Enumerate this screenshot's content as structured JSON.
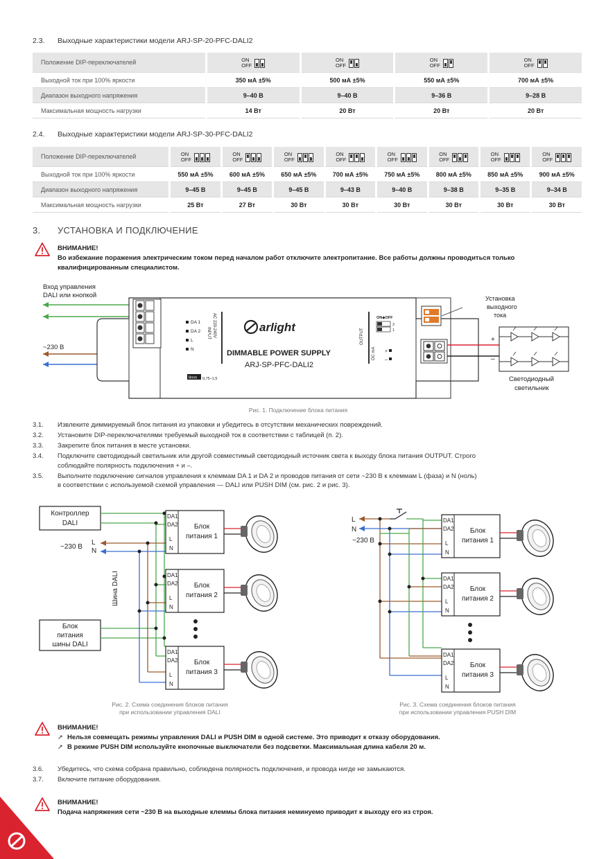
{
  "s23": {
    "num": "2.3.",
    "title": "Выходные характеристики модели ARJ-SP-20-PFC-DALI2",
    "labels": [
      "Положение DIP-переключателей",
      "Выходной ток при 100% яркости",
      "Диапазон выходного напряжения",
      "Максимальная мощность нагрузки"
    ],
    "cols": [
      {
        "dip": "dd",
        "current": "350 мА ±5%",
        "voltage": "9–40 В",
        "power": "14 Вт"
      },
      {
        "dip": "ud",
        "current": "500 мА ±5%",
        "voltage": "9–40 В",
        "power": "20 Вт"
      },
      {
        "dip": "du",
        "current": "550 мА ±5%",
        "voltage": "9–36 В",
        "power": "20 Вт"
      },
      {
        "dip": "uu",
        "current": "700 мА ±5%",
        "voltage": "9–28 В",
        "power": "20 Вт"
      }
    ]
  },
  "s24": {
    "num": "2.4.",
    "title": "Выходные характеристики модели ARJ-SP-30-PFC-DALI2",
    "labels": [
      "Положение DIP-переключателей",
      "Выходной ток при 100% яркости",
      "Диапазон выходного напряжения",
      "Максимальная мощность нагрузки"
    ],
    "cols": [
      {
        "dip": "ddd",
        "current": "550 мА ±5%",
        "voltage": "9–45 В",
        "power": "25 Вт"
      },
      {
        "dip": "udd",
        "current": "600 мА ±5%",
        "voltage": "9–45 В",
        "power": "27 Вт"
      },
      {
        "dip": "dud",
        "current": "650 мА ±5%",
        "voltage": "9–45 В",
        "power": "30 Вт"
      },
      {
        "dip": "uud",
        "current": "700 мА ±5%",
        "voltage": "9–43 В",
        "power": "30 Вт"
      },
      {
        "dip": "ddu",
        "current": "750 мА ±5%",
        "voltage": "9–40 В",
        "power": "30 Вт"
      },
      {
        "dip": "udu",
        "current": "800 мА ±5%",
        "voltage": "9–38 В",
        "power": "30 Вт"
      },
      {
        "dip": "duu",
        "current": "850 мА ±5%",
        "voltage": "9–35 В",
        "power": "30 Вт"
      },
      {
        "dip": "uuu",
        "current": "900 мА ±5%",
        "voltage": "9–34 В",
        "power": "30 Вт"
      }
    ]
  },
  "dip_on": "ON",
  "dip_off": "OFF",
  "s3": {
    "num": "3.",
    "title": "УСТАНОВКА И ПОДКЛЮЧЕНИЕ"
  },
  "warn1": {
    "title": "ВНИМАНИЕ!",
    "line1": "Во избежание поражения электрическим током перед началом работ отключите электропитание. Все работы должны проводиться только",
    "line2": "квалифицированным специалистом."
  },
  "fig1": {
    "input_label_1": "Вход управления",
    "input_label_2": "DALI или кнопкой",
    "mains": "~230 В",
    "brand": "arlight",
    "product": "DIMMABLE POWER SUPPLY",
    "model": "ARJ-SP-PFC-DALI2",
    "term_da1": "DA 1",
    "term_da2": "DA 2",
    "term_l": "L",
    "term_n": "N",
    "input_text": "INPUT",
    "ac_text": "AC 220-240V",
    "output_text": "OUTPUT",
    "dc_text": "DC mA",
    "wire_strip": "8mm",
    "wire_section": "0,75–1,5",
    "dip_header": "ON◆OFF",
    "dip_1": "1",
    "dip_2": "2",
    "plus": "+",
    "minus": "–",
    "current_label_1": "Установка",
    "current_label_2": "выходного",
    "current_label_3": "тока",
    "led_label_1": "Светодиодный",
    "led_label_2": "светильник",
    "caption": "Рис. 1. Подключение блока питания"
  },
  "steps_a": [
    {
      "num": "3.1.",
      "lines": [
        "Извлеките диммируемый блок питания из упаковки и убедитесь в отсутствии механических повреждений."
      ]
    },
    {
      "num": "3.2.",
      "lines": [
        "Установите DIP-переключателями требуемый выходной ток в соответствии с таблицей (п. 2)."
      ]
    },
    {
      "num": "3.3.",
      "lines": [
        "Закрепите блок питания в месте установки."
      ]
    },
    {
      "num": "3.4.",
      "lines": [
        "Подключите светодиодный светильник или другой совместимый светодиодный источник света к выходу блока питания OUTPUT. Строго",
        "соблюдайте полярность подключения + и –."
      ]
    },
    {
      "num": "3.5.",
      "lines": [
        "Выполните подключение сигналов управления к клеммам DA 1 и DA 2 и проводов питания от сети ~230 В к клеммам L (фаза) и N (ноль)",
        "в соответствии с используемой схемой управления — DALI или PUSH DIM (см. рис. 2 и рис. 3)."
      ]
    }
  ],
  "fig2": {
    "controller": [
      "Контроллер",
      "DALI"
    ],
    "mains": "~230 В",
    "l": "L",
    "n": "N",
    "bus": "Шина DALI",
    "bus_psu": [
      "Блок",
      "питания",
      "шины DALI"
    ],
    "units": [
      {
        "name": [
          "Блок",
          "питания 1"
        ]
      },
      {
        "name": [
          "Блок",
          "питания 2"
        ]
      },
      {
        "name": [
          "Блок",
          "питания 3"
        ]
      }
    ],
    "da1": "DA1",
    "da2": "DA2",
    "caption": [
      "Рис. 2. Схема соединения блоков питания",
      "при использовании управления DALI"
    ]
  },
  "fig3": {
    "mains": "~230 В",
    "l": "L",
    "n": "N",
    "units": [
      {
        "name": [
          "Блок",
          "питания 1"
        ]
      },
      {
        "name": [
          "Блок",
          "питания 2"
        ]
      },
      {
        "name": [
          "Блок",
          "питания 3"
        ]
      }
    ],
    "da1": "DA1",
    "da2": "DA2",
    "caption": [
      "Рис. 3. Схема соединения блоков питания",
      "при использовании управления PUSH DIM"
    ]
  },
  "warn2": {
    "title": "ВНИМАНИЕ!",
    "bullets": [
      "Нельзя совмещать режимы управления DALI и PUSH DIM в одной системе. Это приводит к отказу оборудования.",
      "В режиме PUSH DIM используйте кнопочные выключатели без подсветки. Максимальная длина кабеля 20 м."
    ]
  },
  "steps_b": [
    {
      "num": "3.6.",
      "lines": [
        "Убедитесь, что схема собрана правильно, соблюдена полярность подключения, и провода нигде не замыкаются."
      ]
    },
    {
      "num": "3.7.",
      "lines": [
        "Включите питание оборудования."
      ]
    }
  ],
  "warn3": {
    "title": "ВНИМАНИЕ!",
    "line1": "Подача напряжения сети ~230 В на выходные клеммы блока питания неминуемо приводит к выходу его из строя."
  },
  "colors": {
    "red": "#d9232e",
    "green": "#4aa84a",
    "blue": "#3b6fd0",
    "brown": "#9a5a2a",
    "orange": "#e07a2a",
    "grey": "#e6e6e6"
  }
}
